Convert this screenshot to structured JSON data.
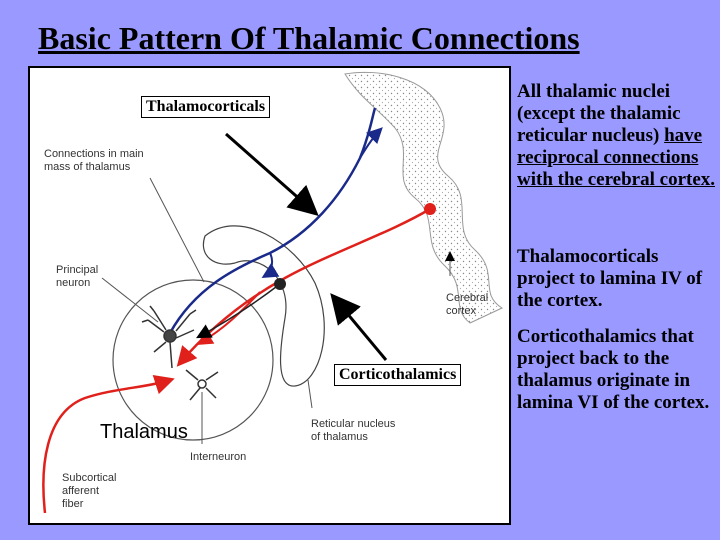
{
  "title": "Basic Pattern Of Thalamic Connections",
  "figure": {
    "callouts": {
      "thalamocorticals": "Thalamocorticals",
      "corticothalamics": "Corticothalamics"
    },
    "labels": {
      "connections": "Connections in main\nmass of thalamus",
      "principal_neuron": "Principal\nneuron",
      "cerebral_cortex": "Cerebral\ncortex",
      "reticular_nucleus": "Reticular nucleus\nof thalamus",
      "interneuron": "Interneuron",
      "subcortical": "Subcortical\nafferent\nfiber",
      "thalamus": "Thalamus"
    },
    "colors": {
      "thalamocortical_axon": "#1a2a8a",
      "corticothalamic_axon": "#e0201a",
      "arrow": "#000000"
    }
  },
  "notes": {
    "p1_plain": "All thalamic nuclei (except the thalamic reticular nucleus) ",
    "p1_underlined": "have reciprocal connections with the cerebral cortex.",
    "p2": "Thalamocorticals project to lamina IV of the cortex.",
    "p3": "Corticothalamics that project back to the thalamus originate in lamina VI of the cortex."
  }
}
